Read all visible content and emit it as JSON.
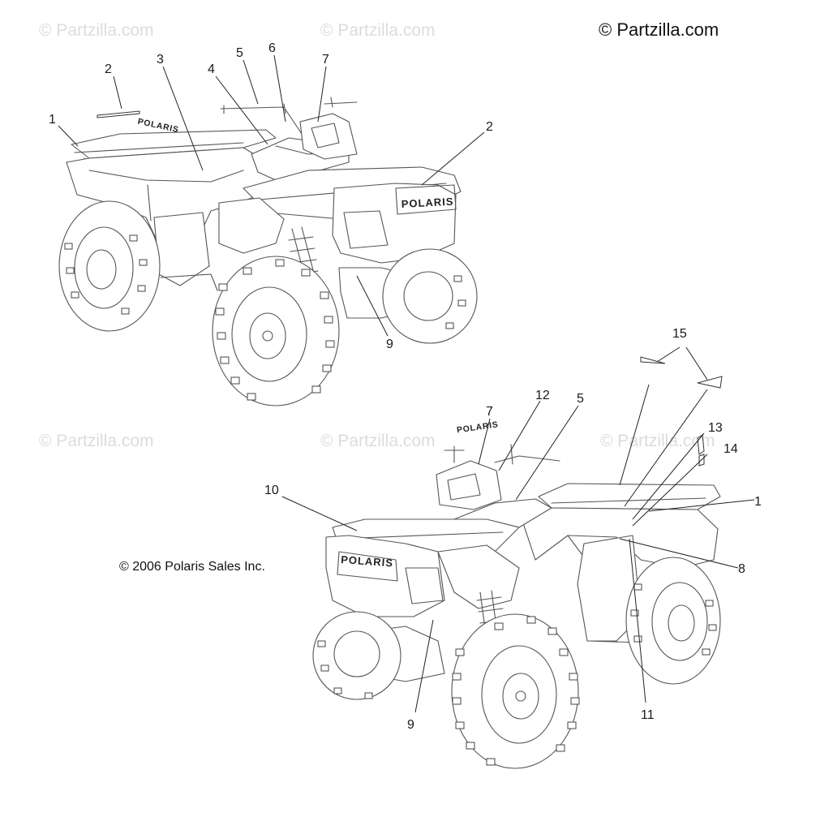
{
  "watermark": "© Partzilla.com",
  "credit": "© Partzilla.com",
  "copyright": "© 2006 Polaris Sales Inc.",
  "brand_text": "POLARIS",
  "callouts_top": [
    "1",
    "2",
    "3",
    "4",
    "5",
    "6",
    "7",
    "2",
    "9"
  ],
  "callouts_bottom": [
    "15",
    "7",
    "12",
    "5",
    "13",
    "14",
    "10",
    "1",
    "8",
    "9",
    "11"
  ]
}
